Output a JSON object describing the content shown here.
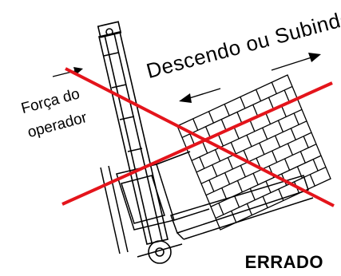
{
  "diagram": {
    "motion_label": "Descendo ou Subindo",
    "force_label_line1": "Força do",
    "force_label_line2": "operador",
    "verdict_label": "ERRADO",
    "cross_color": "#e4141b",
    "line_color": "#000000"
  }
}
